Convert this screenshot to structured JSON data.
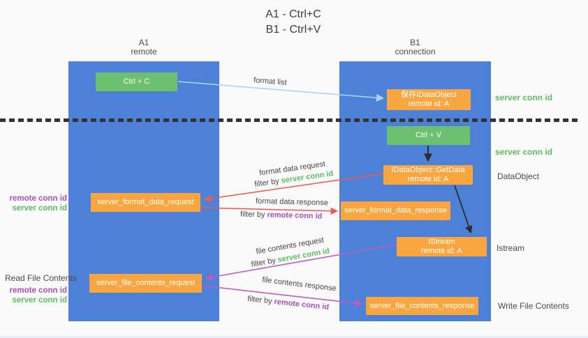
{
  "title": {
    "line1": "A1 - Ctrl+C",
    "line2": "B1 - Ctrl+V"
  },
  "columns": {
    "a1": {
      "id": "A1",
      "role": "remote"
    },
    "b1": {
      "id": "B1",
      "role": "connection"
    }
  },
  "boxes": {
    "ctrl_c": {
      "label": "Ctrl + C"
    },
    "save_idataobject": {
      "line1": "保存IDataObject",
      "line2": "remote id: A"
    },
    "ctrl_v": {
      "label": "Ctrl + V"
    },
    "getdata": {
      "line1": "IDataObject::GetData",
      "line2": "remote id: A"
    },
    "format_request": {
      "label": "server_format_data_request"
    },
    "format_response": {
      "label": "server_format_data_response"
    },
    "istream": {
      "line1": "IStream",
      "line2": "remote id: A"
    },
    "file_request": {
      "label": "server_file_contents_request"
    },
    "file_response": {
      "label": "server_file_contents_response"
    }
  },
  "flow_labels": {
    "format_list": "format list",
    "format_data_request": "format data request",
    "format_data_response": "format data response",
    "file_contents_request": "file contents request",
    "file_contents_response": "file contents response",
    "filter_by": "filter by",
    "server_conn_id": "server conn id",
    "remote_conn_id": "remote conn id"
  },
  "side_labels": {
    "server_conn_id_top": "server conn id",
    "server_conn_id_mid": "server conn id",
    "dataobject": "DataObject",
    "istream": "Istream",
    "read_file_contents": "Read File Contents",
    "write_file_contents": "Write File Contents",
    "remote_conn_id": "remote conn id",
    "server_conn_id": "server conn id"
  },
  "colors": {
    "background": "#fafafa",
    "column_blue": "#4d81d8",
    "box_green": "#6ec071",
    "box_orange": "#f9a640",
    "arrow_blue": "#aad4f0",
    "arrow_red": "#ed5c51",
    "arrow_magenta": "#c05ac0",
    "arrow_black": "#2b2b2b",
    "text_green": "#5cbd60",
    "text_purple": "#a94fc0",
    "text_gray": "#4a4a4a"
  }
}
